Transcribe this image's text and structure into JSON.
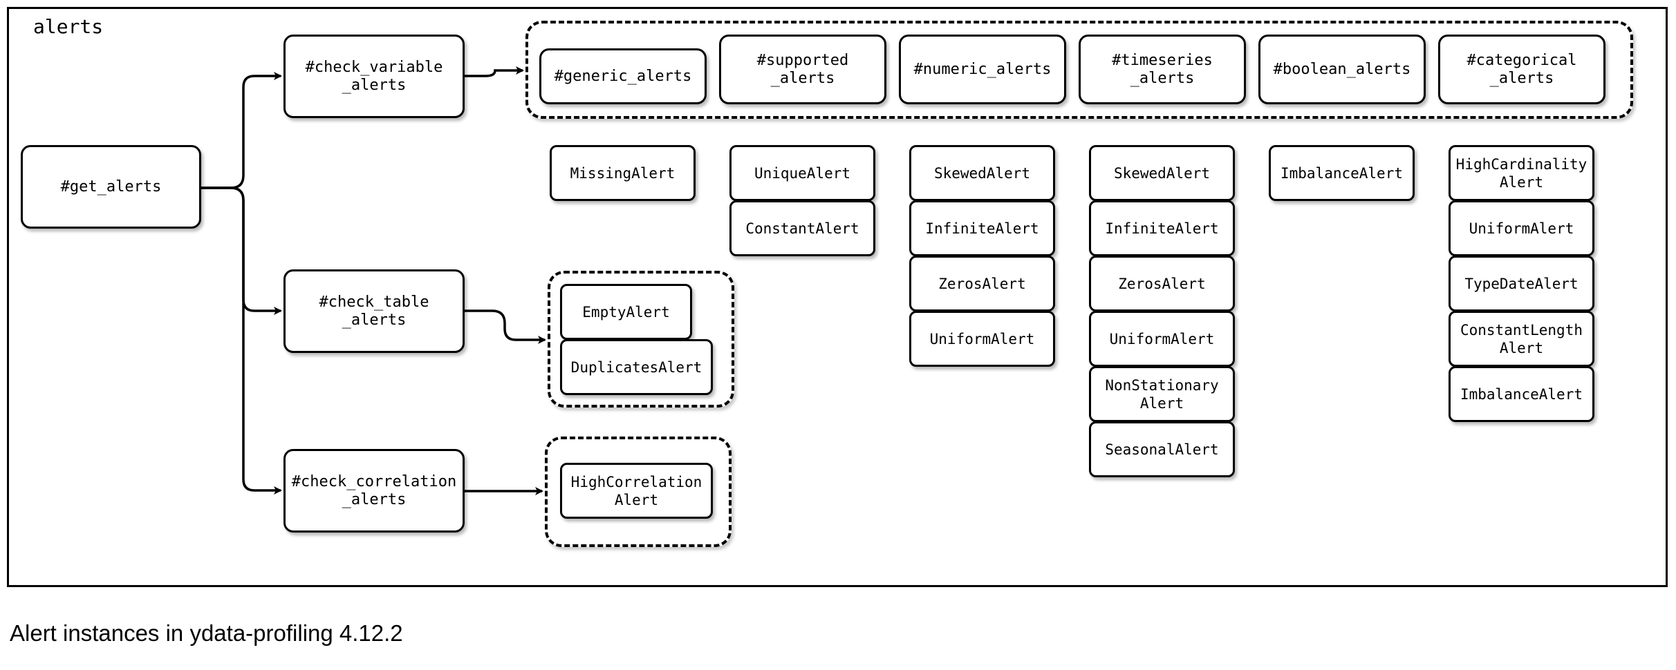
{
  "frame_title": "alerts",
  "caption": "Alert instances in ydata-profiling 4.12.2",
  "functions": {
    "get_alerts": "#get_alerts",
    "check_variable_alerts": "#check_variable\n_alerts",
    "check_table_alerts": "#check_table\n_alerts",
    "check_correlation_alerts": "#check_correlation\n_alerts"
  },
  "variable_groups": {
    "generic": {
      "label": "#generic_alerts",
      "alerts": [
        "MissingAlert"
      ]
    },
    "supported": {
      "label": "#supported\n_alerts",
      "alerts": [
        "UniqueAlert",
        "ConstantAlert"
      ]
    },
    "numeric": {
      "label": "#numeric_alerts",
      "alerts": [
        "SkewedAlert",
        "InfiniteAlert",
        "ZerosAlert",
        "UniformAlert"
      ]
    },
    "timeseries": {
      "label": "#timeseries\n_alerts",
      "alerts": [
        "SkewedAlert",
        "InfiniteAlert",
        "ZerosAlert",
        "UniformAlert",
        "NonStationary\nAlert",
        "SeasonalAlert"
      ]
    },
    "boolean": {
      "label": "#boolean_alerts",
      "alerts": [
        "ImbalanceAlert"
      ]
    },
    "categorical": {
      "label": "#categorical\n_alerts",
      "alerts": [
        "HighCardinality\nAlert",
        "UniformAlert",
        "TypeDateAlert",
        "ConstantLength\nAlert",
        "ImbalanceAlert"
      ]
    }
  },
  "table_alerts": [
    "EmptyAlert",
    "DuplicatesAlert"
  ],
  "correlation_alerts": [
    "HighCorrelation\nAlert"
  ]
}
